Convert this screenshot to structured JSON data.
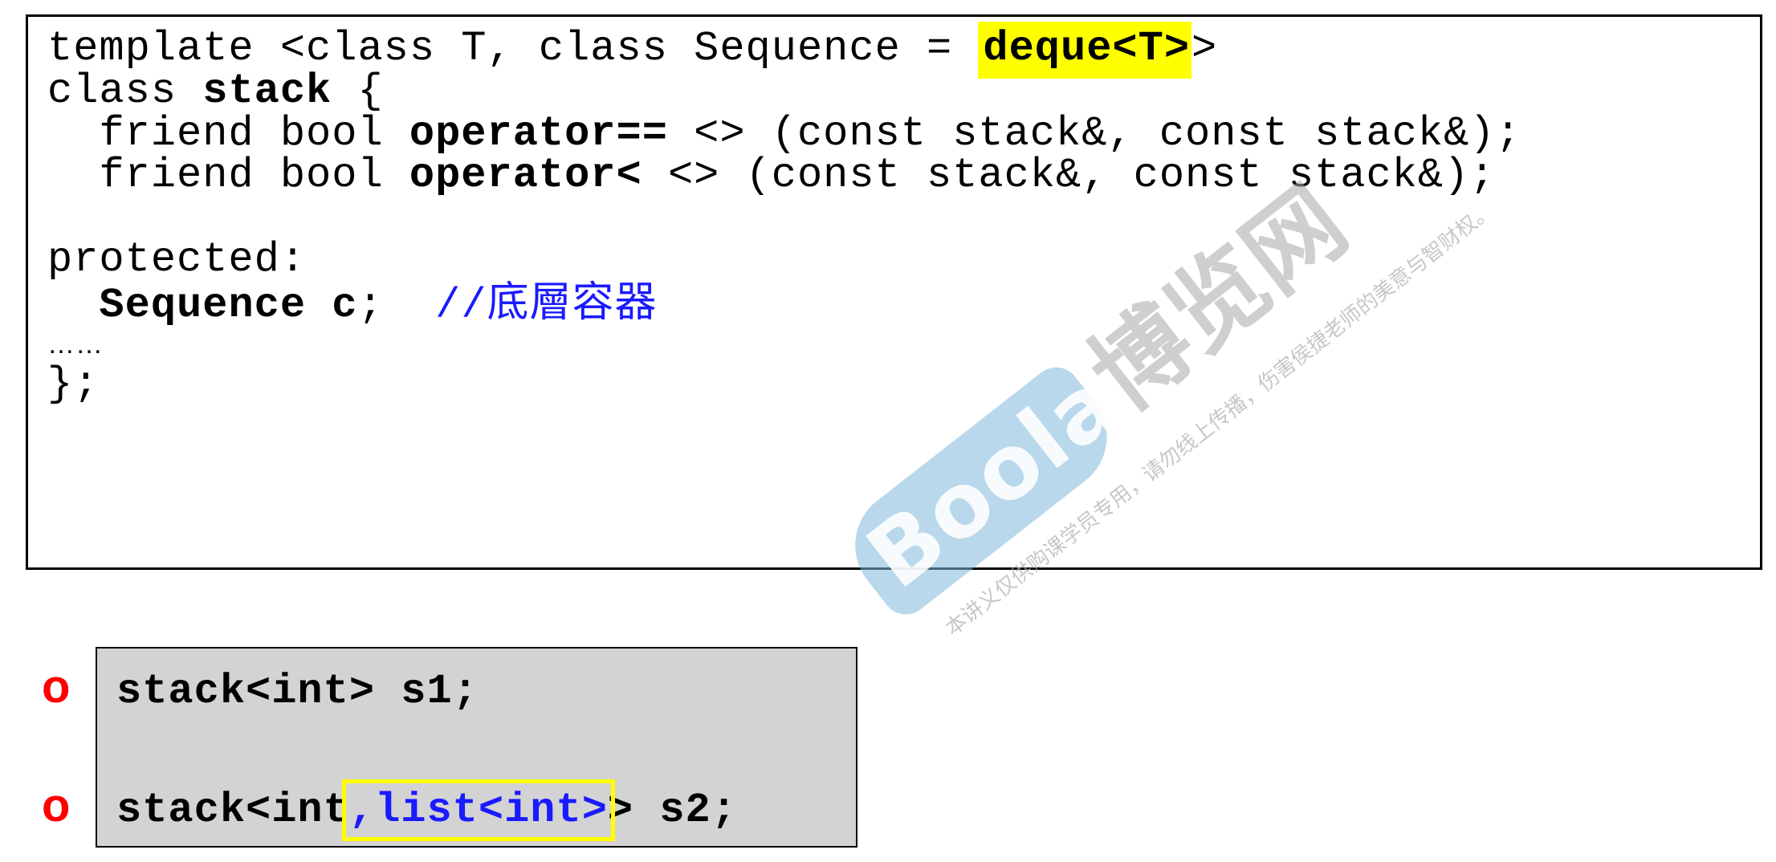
{
  "code": {
    "line1": {
      "pre": "template <class T, class Sequence = ",
      "highlight": "deque<T>",
      "post": ">"
    },
    "line2": {
      "pre": "class ",
      "name": "stack",
      "post": " {"
    },
    "line3": {
      "pre": "  friend bool ",
      "op": "operator==",
      "post": " <> (const stack&, const stack&);"
    },
    "line4": {
      "pre": "  friend bool ",
      "op": "operator<",
      "post": " <> (const stack&, const stack&);"
    },
    "line5": "protected:",
    "line6": {
      "pre": "  ",
      "member": "Sequence c",
      "semi": ";  ",
      "comment_slashes": "//",
      "comment_text": "底層容器"
    },
    "line7": "……",
    "line8": "};"
  },
  "watermark": {
    "brand": "Boolan",
    "brand_cn": "博览网",
    "notice": "本讲义仅供购课学员专用，请勿线上传播，伤害侯捷老师的美意与智财权。"
  },
  "examples": {
    "bullet1": "o",
    "bullet2": "o",
    "ex1": "stack<int> s1;",
    "ex2": {
      "pre": "stack<int",
      "highlight": ",list<int>",
      "post": "> s2;"
    }
  },
  "colors": {
    "highlight": "#ffff00",
    "comment": "#1a1aff",
    "bullet": "#ff0000",
    "example_bg": "#d3d3d3"
  }
}
